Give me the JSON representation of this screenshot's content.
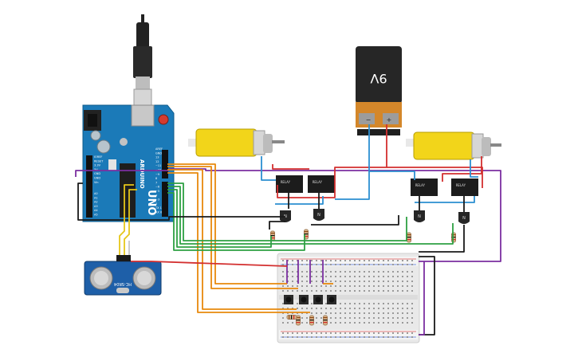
{
  "arduino": {
    "brand": "ARDUINO",
    "model": "UNO",
    "pin_labels_digital": [
      "AREF",
      "GND",
      "13",
      "12",
      "~11",
      "~10",
      "~9",
      "8",
      "7",
      "~6",
      "~5",
      "4",
      "~3",
      "2",
      "TX 1",
      "RX 0"
    ],
    "pin_labels_analog": [
      "A0",
      "A1",
      "A2",
      "A3",
      "A4",
      "A5"
    ],
    "pin_labels_power": [
      "IOREF",
      "RESET",
      "3.3V",
      "5V",
      "GND",
      "GND",
      "Vin"
    ]
  },
  "battery": {
    "label": "9V",
    "minus": "−",
    "plus": "+"
  },
  "sensor": {
    "label": "HC-SR04"
  },
  "relays": [
    {
      "label": "RELAY"
    },
    {
      "label": "RELAY"
    },
    {
      "label": "RELAY"
    },
    {
      "label": "RELAY"
    }
  ],
  "transistors": [
    {
      "label": "N"
    },
    {
      "label": "N"
    },
    {
      "label": "N"
    },
    {
      "label": "N"
    }
  ],
  "wire_colors": {
    "red": "#d32f2f",
    "purple": "#7b2fa0",
    "orange": "#e8890c",
    "green": "#2ea043",
    "blue": "#2b8fd1",
    "black": "#1a1a1a",
    "yellow": "#e6c619"
  }
}
